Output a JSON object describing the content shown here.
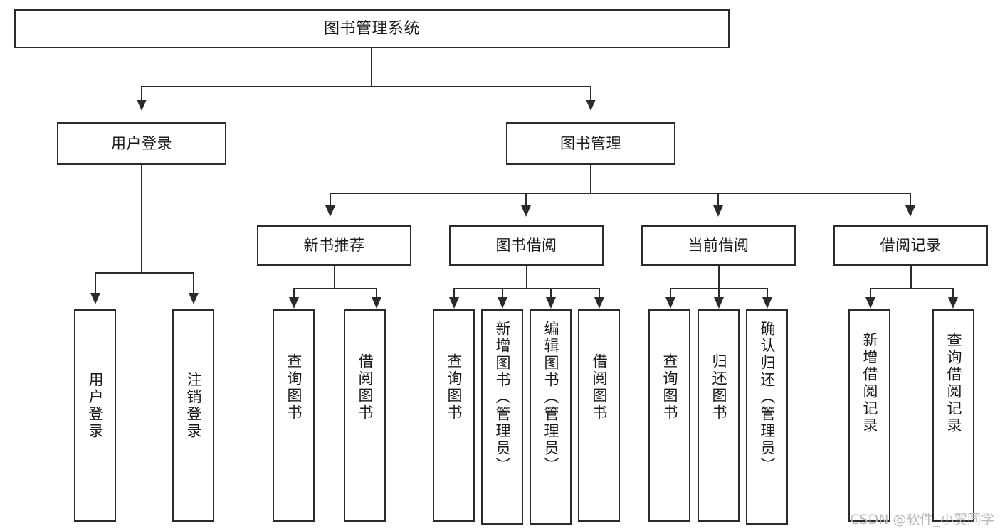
{
  "diagram": {
    "type": "tree-hierarchy-chart",
    "title": "图书管理系统",
    "watermark": "CSDN @软件_小贺同学",
    "colors": {
      "box_border": "#2b2b2b",
      "box_fill": "#ffffff",
      "line": "#2b2b2b",
      "text": "#1a1a1a",
      "watermark": "#b9b9b9",
      "background": "#ffffff"
    },
    "nodes": {
      "root": {
        "label": "图书管理系统"
      },
      "level1": [
        {
          "id": "user-login",
          "label": "用户登录"
        },
        {
          "id": "book-management",
          "label": "图书管理"
        }
      ],
      "level2": [
        {
          "id": "new-book-recommend",
          "label": "新书推荐"
        },
        {
          "id": "book-borrow",
          "label": "图书借阅"
        },
        {
          "id": "current-borrow",
          "label": "当前借阅"
        },
        {
          "id": "borrow-record",
          "label": "借阅记录"
        }
      ],
      "leaves": {
        "user_login": [
          {
            "id": "leaf-user-login",
            "label": "用户登录"
          },
          {
            "id": "leaf-logout-login",
            "label": "注销登录"
          }
        ],
        "new_book_recommend": [
          {
            "id": "leaf-query-book-1",
            "label": "查询图书"
          },
          {
            "id": "leaf-borrow-book-1",
            "label": "借阅图书"
          }
        ],
        "book_borrow": [
          {
            "id": "leaf-query-book-2",
            "label": "查询图书"
          },
          {
            "id": "leaf-add-book-admin",
            "label": "新增图书（管理员）"
          },
          {
            "id": "leaf-edit-book-admin",
            "label": "编辑图书（管理员）"
          },
          {
            "id": "leaf-borrow-book-2",
            "label": "借阅图书"
          }
        ],
        "current_borrow": [
          {
            "id": "leaf-query-book-3",
            "label": "查询图书"
          },
          {
            "id": "leaf-return-book",
            "label": "归还图书"
          },
          {
            "id": "leaf-confirm-return-admin",
            "label": "确认归还（管理员）"
          }
        ],
        "borrow_record": [
          {
            "id": "leaf-add-borrow-record",
            "label": "新增借阅记录"
          },
          {
            "id": "leaf-query-borrow-record",
            "label": "查询借阅记录"
          }
        ]
      }
    }
  }
}
